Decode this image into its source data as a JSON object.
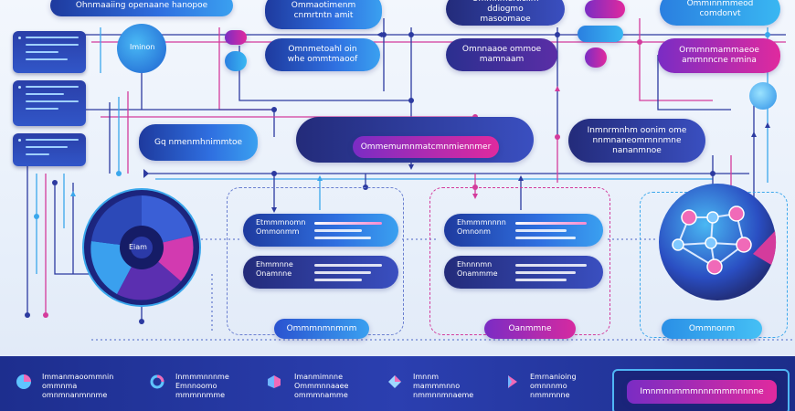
{
  "title": "",
  "top_row": {
    "box1": "Ohnmaaiing openaane hanopoe",
    "box2": "Ommaotimenm\ncnmrtntn amit",
    "box3": "Ommnmerticiim ddiogmo\nmasoomaoe",
    "box4": "Omminnmmeod\ncomdonvt"
  },
  "second_row": {
    "box1": "Omnmetoahl oin\nwhe ommtmaoof",
    "box2": "Omnnaaoe ommoe\nmamnaam",
    "box3": "Ormmnmammaeoe\nammnncne nmina",
    "top_circle_label": "Iminon"
  },
  "middle_row": {
    "left": "Gq nmenmhnimmtoe",
    "center": "Ommemumnmatcmnmiennmer",
    "right": "Inmnrmnhm oonim ome\nnnmnaneommnnmne\nnananmnoe"
  },
  "wheel": {
    "label": "Eiam"
  },
  "panels": [
    {
      "rows": [
        {
          "label": "Etmmmnomn",
          "sub": "Ommonmm"
        },
        {
          "label": "Ehmmnne",
          "sub": "Onamnne"
        }
      ],
      "button": "Ommmnmnmnm",
      "button_color": "#2f6fe0"
    },
    {
      "rows": [
        {
          "label": "Ehmmmnnnn",
          "sub": "Omnonm"
        },
        {
          "label": "Ehnnnmn",
          "sub": "Onammme"
        }
      ],
      "button": "Oanmmne",
      "button_color": "#c02a9e"
    }
  ],
  "network": {
    "button": "Ommnonm"
  },
  "footer": {
    "items": [
      "Immanmaoommnin\nommnma\nomnmnanmnnme",
      "Inmmmnnnme\nEmnnoomo\nmmmnnmme",
      "Imanmimnne\nOmmmnnaaee\nommmnamme",
      "Imnnm\nmammmnno\nnmmnnmnaeme",
      "Emrnanioing\nomnnnmo\nnmmmnne"
    ],
    "cta": "Imnmnnmmmnnnmmmnnnne"
  },
  "colors": {
    "blue": "#2f6fe0",
    "cyan": "#39b7f2",
    "magenta": "#e02a9e",
    "purple": "#5a2ea6",
    "navy": "#1d2e8e"
  }
}
